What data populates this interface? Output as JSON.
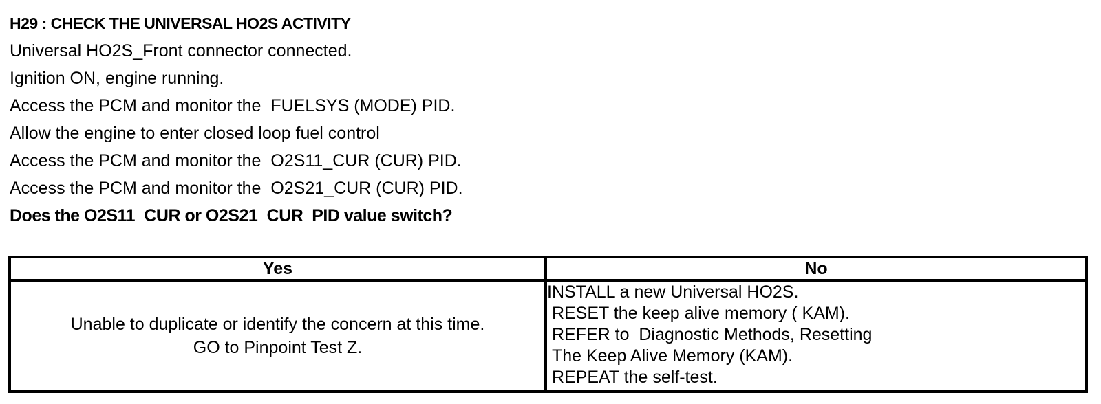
{
  "procedure": {
    "step_heading": "H29 : CHECK THE UNIVERSAL HO2S ACTIVITY",
    "lines": [
      "Universal HO2S_Front connector connected.",
      "Ignition ON, engine running.",
      "Access the PCM and monitor the  FUELSYS (MODE) PID.",
      "Allow the engine to enter closed loop fuel control",
      "Access the PCM and monitor the  O2S11_CUR (CUR) PID.",
      "Access the PCM and monitor the  O2S21_CUR (CUR) PID."
    ],
    "question": "Does the O2S11_CUR or O2S21_CUR  PID value switch?"
  },
  "results_table": {
    "headers": [
      "Yes",
      "No"
    ],
    "yes_lines": [
      "Unable to duplicate or identify the concern at this time.",
      "GO to Pinpoint Test Z."
    ],
    "no_lines": [
      "INSTALL a new Universal HO2S.",
      " RESET the keep alive memory ( KAM).",
      " REFER to  Diagnostic Methods, Resetting",
      " The Keep Alive Memory (KAM).",
      " REPEAT the self-test."
    ]
  },
  "colors": {
    "text": "#000000",
    "background": "#ffffff",
    "border": "#000000"
  }
}
